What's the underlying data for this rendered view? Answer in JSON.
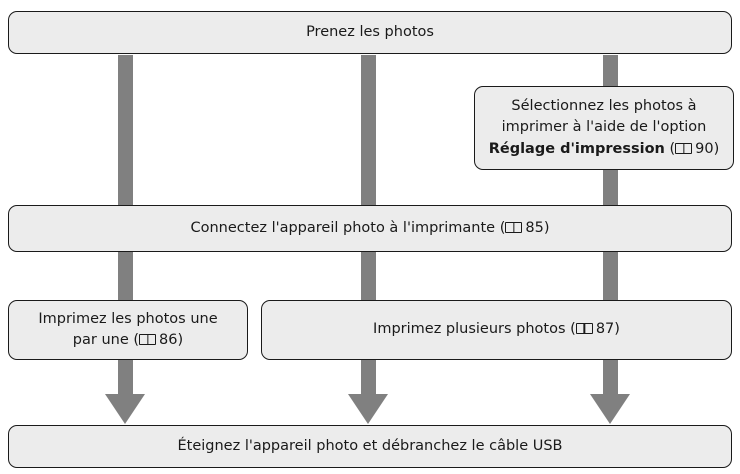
{
  "steps": {
    "take_photos": "Prenez les photos",
    "select_photos": {
      "line1": "Sélectionnez les photos à",
      "line2": "imprimer à l'aide de l'option",
      "option_bold": "Réglage d'impression",
      "page_ref": "90"
    },
    "connect": {
      "text": "Connectez l'appareil photo à l'imprimante",
      "page_ref": "85"
    },
    "print_one": {
      "line1": "Imprimez les photos une",
      "line2": "par une",
      "page_ref": "86"
    },
    "print_multiple": {
      "text": "Imprimez plusieurs photos",
      "page_ref": "87"
    },
    "turn_off": "Éteignez l'appareil photo et débranchez le câble USB"
  },
  "colors": {
    "box_fill": "#ececec",
    "box_border": "#1a1a1a",
    "connector": "#808080"
  },
  "icons": {
    "page_reference": "book-icon"
  }
}
